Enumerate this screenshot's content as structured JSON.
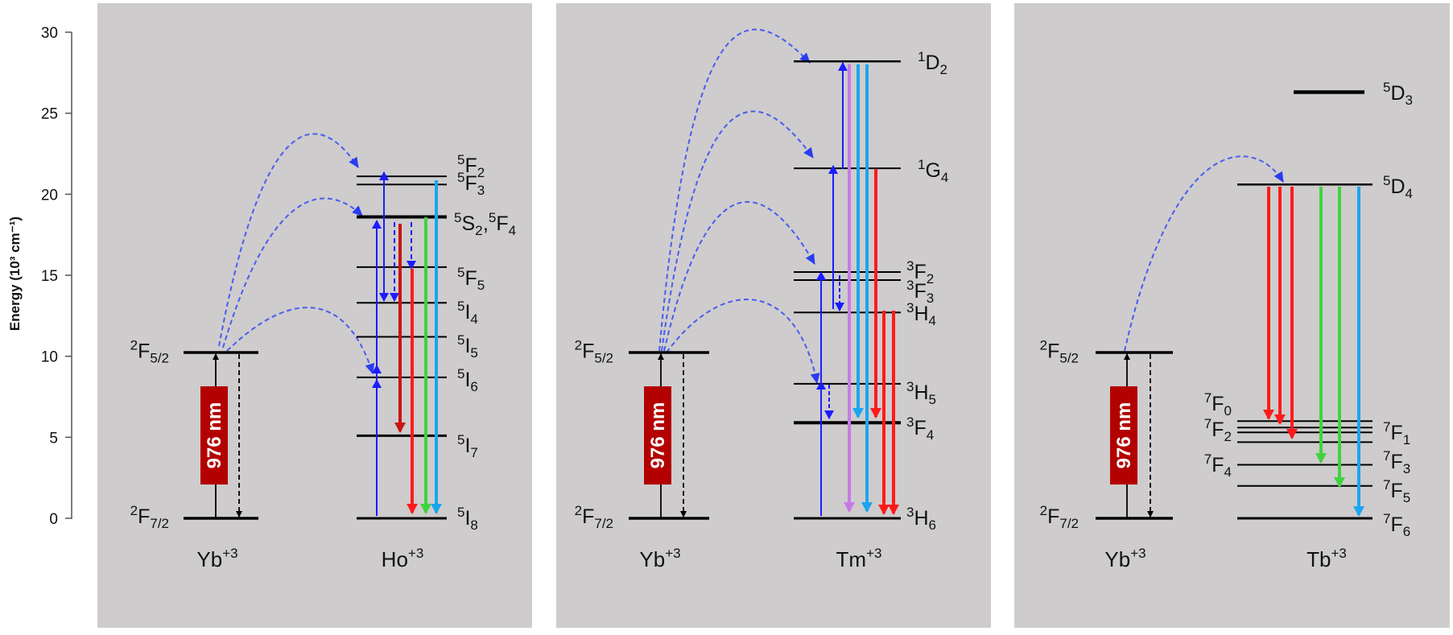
{
  "axis": {
    "label": "Energy (10³ cm⁻¹)",
    "ticks": [
      0,
      5,
      10,
      15,
      20,
      25,
      30
    ],
    "range": [
      0,
      30
    ]
  },
  "colors": {
    "panel": "#cecccd",
    "level": "#000000",
    "pump": "#b30000",
    "blue_arrow": "#1c1cff",
    "red": "#ff1a1a",
    "dark_red": "#c81414",
    "green": "#3fd33f",
    "sky": "#1aa6f0",
    "violet": "#c77ae6",
    "energy_transfer": "#4a5cf0"
  },
  "panels": [
    {
      "sensitizer": "Yb+3",
      "activator": "Ho+3",
      "laser": "976 nm",
      "yb_levels": [
        {
          "base": "2F",
          "sub": "5/2",
          "energy": 10.3
        },
        {
          "base": "2F",
          "sub": "7/2",
          "energy": 0
        }
      ],
      "levels": [
        {
          "label": "5F2",
          "energy": 21.1
        },
        {
          "label": "5F3",
          "energy": 20.6
        },
        {
          "label": "5S2,5F4",
          "energy": 18.6
        },
        {
          "label": "5F5",
          "energy": 15.5
        },
        {
          "label": "5I4",
          "energy": 13.3
        },
        {
          "label": "5I5",
          "energy": 11.2
        },
        {
          "label": "5I6",
          "energy": 8.7
        },
        {
          "label": "5I7",
          "energy": 5.1
        },
        {
          "label": "5I8",
          "energy": 0
        }
      ]
    },
    {
      "sensitizer": "Yb+3",
      "activator": "Tm+3",
      "laser": "976 nm",
      "yb_levels": [
        {
          "base": "2F",
          "sub": "5/2",
          "energy": 10.3
        },
        {
          "base": "2F",
          "sub": "7/2",
          "energy": 0
        }
      ],
      "levels": [
        {
          "label": "1D2",
          "energy": 28.2
        },
        {
          "label": "1G4",
          "energy": 21.6
        },
        {
          "label": "3F2",
          "energy": 15.2
        },
        {
          "label": "3F3",
          "energy": 14.7
        },
        {
          "label": "3H4",
          "energy": 12.7
        },
        {
          "label": "3H5",
          "energy": 8.3
        },
        {
          "label": "3F4",
          "energy": 5.9
        },
        {
          "label": "3H6",
          "energy": 0
        }
      ]
    },
    {
      "sensitizer": "Yb+3",
      "activator": "Tb+3",
      "laser": "976 nm",
      "yb_levels": [
        {
          "base": "2F",
          "sub": "5/2",
          "energy": 10.3
        },
        {
          "base": "2F",
          "sub": "7/2",
          "energy": 0
        }
      ],
      "levels": [
        {
          "label": "5D3",
          "energy": 26.3
        },
        {
          "label": "5D4",
          "energy": 20.6
        },
        {
          "label": "7F0",
          "energy": 6.0
        },
        {
          "label": "7F1",
          "energy": 5.6
        },
        {
          "label": "7F2",
          "energy": 5.3
        },
        {
          "label": "7F3",
          "energy": 4.7
        },
        {
          "label": "7F4",
          "energy": 3.3
        },
        {
          "label": "7F5",
          "energy": 2.0
        },
        {
          "label": "7F6",
          "energy": 0
        }
      ]
    }
  ]
}
